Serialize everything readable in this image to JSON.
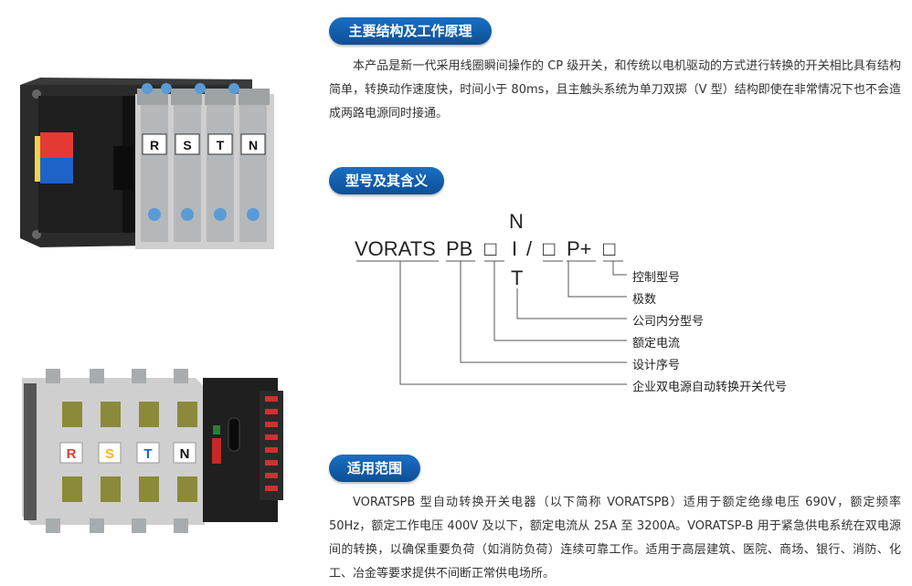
{
  "section1": {
    "title": "主要结构及工作原理",
    "body": "本产品是新一代采用线圈瞬间操作的 CP 级开关，和传统以电机驱动的方式进行转换的开关相比具有结构简单，转换动作速度快，时间小于 80ms，且主触头系统为单刀双掷（V 型）结构即使在非常情况下也不会造成两路电源同时接通。"
  },
  "section2": {
    "title": "型号及其含义",
    "model_prefix": "VORATS",
    "model_pb": "PB",
    "box": "□",
    "slash": "/",
    "i": "I",
    "n": "N",
    "t": "T",
    "p_plus": "P+",
    "labels": [
      "控制型号",
      "极数",
      "公司内分型号",
      "额定电流",
      "设计序号",
      "企业双电源自动转换开关代号"
    ]
  },
  "section3": {
    "title": "适用范围",
    "body": "VORATSPB 型自动转换开关电器（以下简称 VORATSPB）适用于额定绝缘电压 690V，额定频率 50Hz，额定工作电压 400V 及以下，额定电流从 25A 至 3200A。VORATSP-B 用于紧急供电系统在双电源间的转换，以确保重要负荷（如消防负荷）连续可靠工作。适用于高层建筑、医院、商场、银行、消防、化工、冶金等要求提供不间断正常供电场所。"
  },
  "products": {
    "poles": [
      "R",
      "S",
      "T",
      "N"
    ]
  },
  "colors": {
    "accent": "#1565c0",
    "terminal_red": "#e53935",
    "terminal_blue": "#1e63c8"
  }
}
